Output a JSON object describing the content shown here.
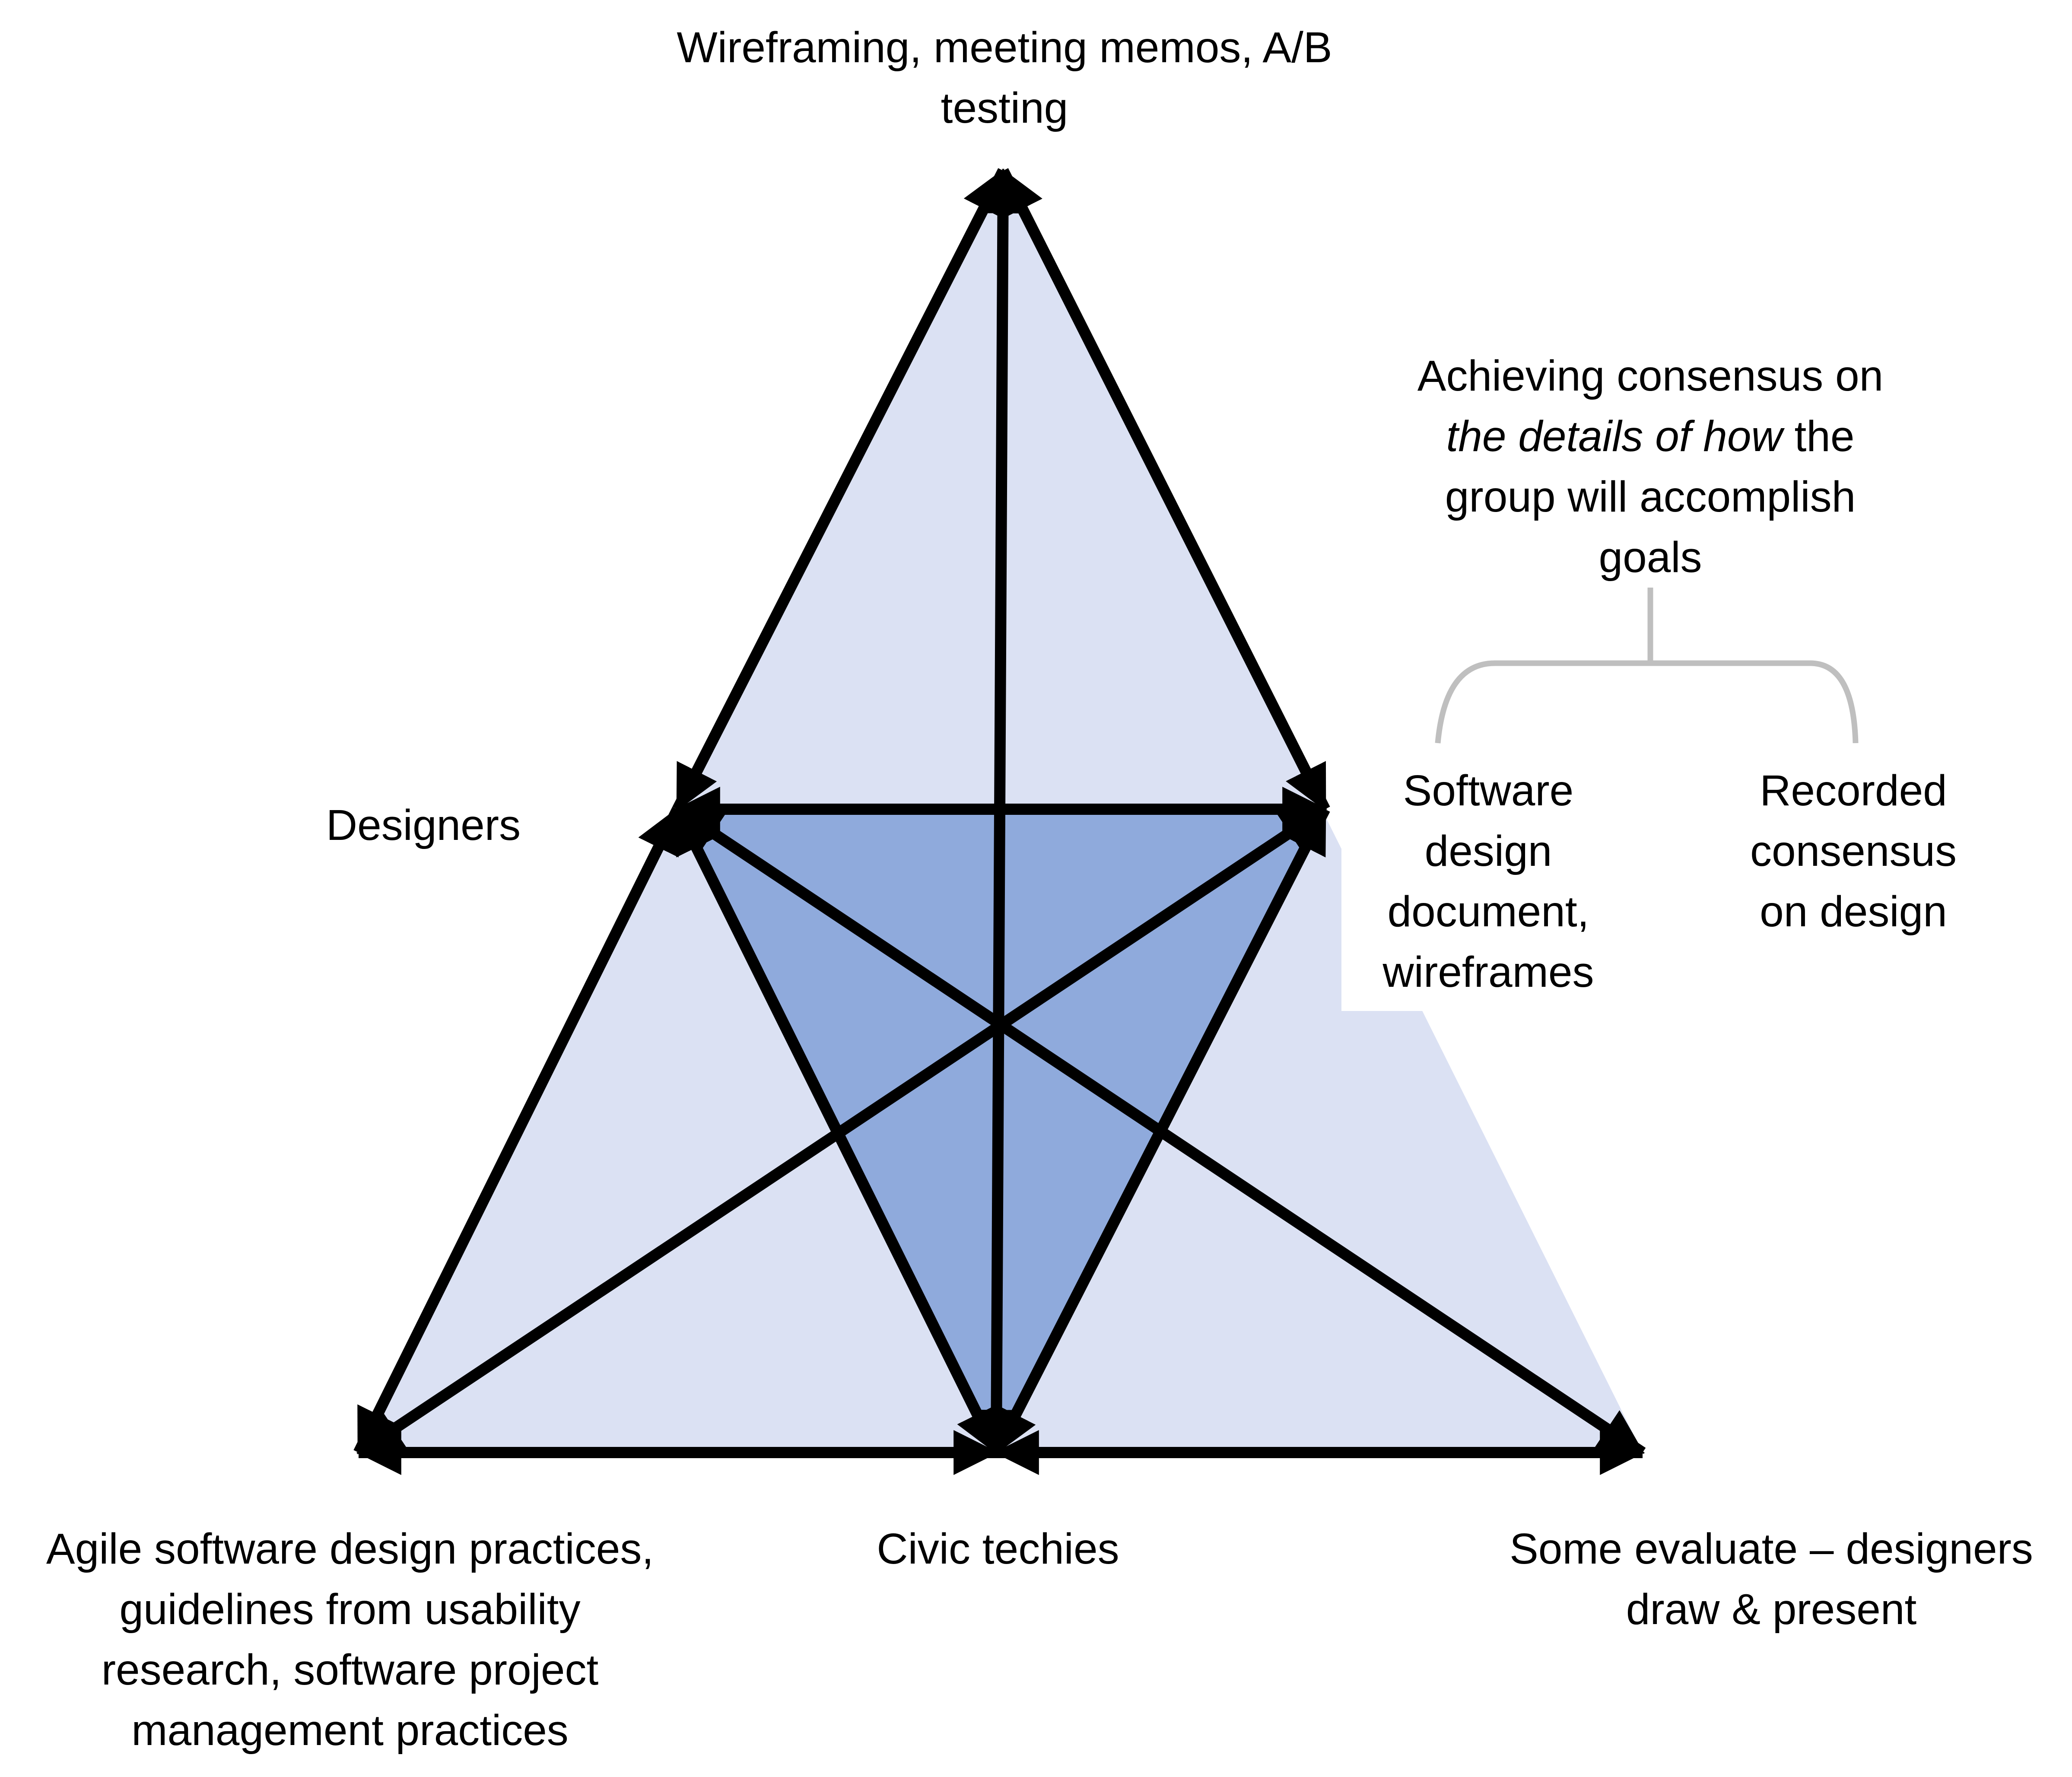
{
  "colors": {
    "outer_fill": "#dbe1f3",
    "inner_fill": "#8faadc",
    "arrow": "#000000",
    "bracket": "#bfbfbf"
  },
  "labels": {
    "top": [
      "Wireframing, meeting memos, A/B",
      "testing"
    ],
    "designers": "Designers",
    "bottom_left": [
      "Agile software design practices,",
      "guidelines from usability",
      "research, software project",
      "management practices"
    ],
    "civic_techies": "Civic techies",
    "bottom_right": [
      "Some evaluate – designers",
      "draw & present"
    ],
    "consensus": {
      "line1": "Achieving consensus on",
      "line2_italic": "the details of how",
      "line2_rest": " the",
      "line3": "group will accomplish",
      "line4": "goals"
    },
    "software_design": [
      "Software",
      "design",
      "document,",
      "wireframes"
    ],
    "recorded": [
      "Recorded",
      "consensus",
      "on design"
    ]
  }
}
